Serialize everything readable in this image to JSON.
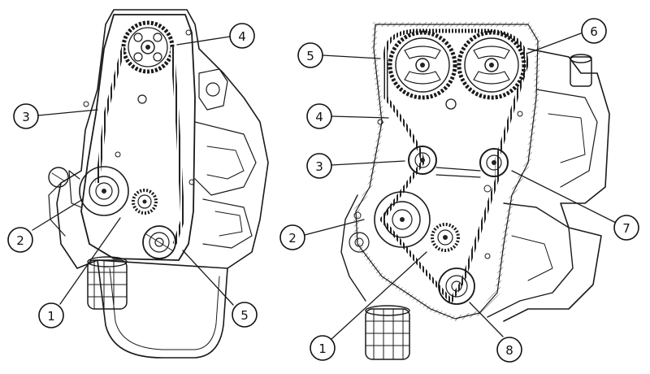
{
  "left_diagram": {
    "callouts": [
      {
        "id": "l1",
        "text": "1"
      },
      {
        "id": "l2",
        "text": "2"
      },
      {
        "id": "l3",
        "text": "3"
      },
      {
        "id": "l4",
        "text": "4"
      },
      {
        "id": "l5",
        "text": "5"
      }
    ]
  },
  "right_diagram": {
    "callouts": [
      {
        "id": "r1",
        "text": "1"
      },
      {
        "id": "r2",
        "text": "2"
      },
      {
        "id": "r3",
        "text": "3"
      },
      {
        "id": "r4",
        "text": "4"
      },
      {
        "id": "r5",
        "text": "5"
      },
      {
        "id": "r6",
        "text": "6"
      },
      {
        "id": "r7",
        "text": "7"
      },
      {
        "id": "r8",
        "text": "8"
      }
    ]
  }
}
